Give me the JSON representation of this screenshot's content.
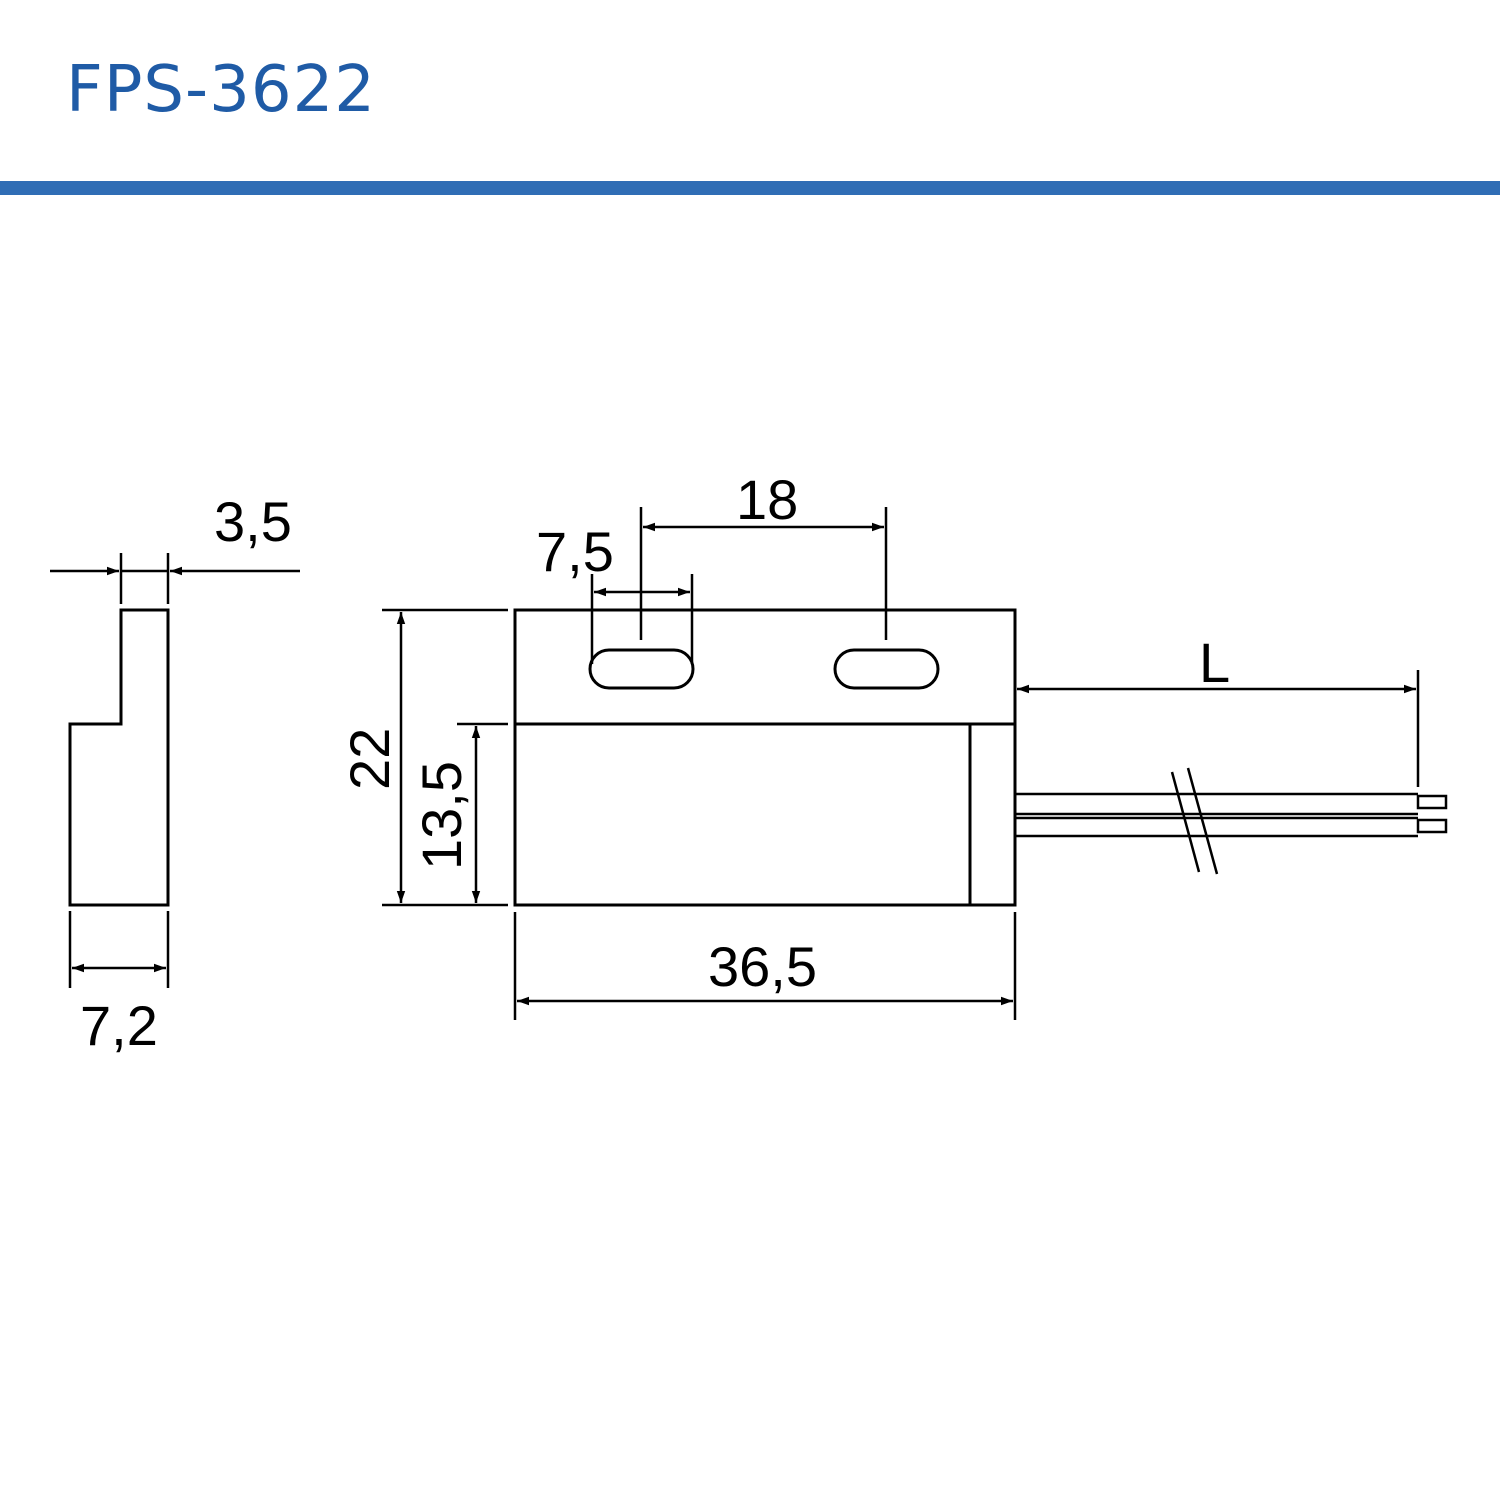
{
  "header": {
    "title": "FPS-3622",
    "accent_color": "#2f6db5",
    "title_color": "#1f5ba6"
  },
  "drawing": {
    "side_view": {
      "top_width": "3,5",
      "base_width": "7,2"
    },
    "front_view": {
      "hole_width": "7,5",
      "hole_spacing": "18",
      "total_height": "22",
      "lower_height": "13,5",
      "length": "36,5",
      "cable_length": "L"
    }
  }
}
